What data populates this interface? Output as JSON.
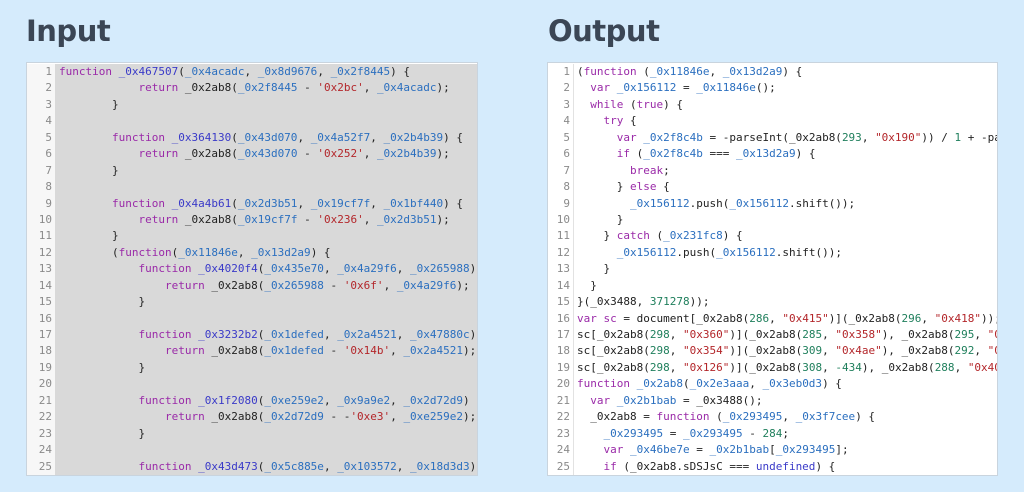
{
  "input": {
    "title": "Input",
    "lines": [
      [
        [
          "k",
          "function"
        ],
        [
          "t",
          " "
        ],
        [
          "f",
          "_0x467507"
        ],
        [
          "t",
          "("
        ],
        [
          "p",
          "_0x4acadc"
        ],
        [
          "t",
          ", "
        ],
        [
          "p",
          "_0x8d9676"
        ],
        [
          "t",
          ", "
        ],
        [
          "p",
          "_0x2f8445"
        ],
        [
          "t",
          ") {"
        ]
      ],
      [
        [
          "t",
          "            "
        ],
        [
          "k",
          "return"
        ],
        [
          "t",
          " _0x2ab8("
        ],
        [
          "p",
          "_0x2f8445"
        ],
        [
          "t",
          " - "
        ],
        [
          "s",
          "'0x2bc'"
        ],
        [
          "t",
          ", "
        ],
        [
          "p",
          "_0x4acadc"
        ],
        [
          "t",
          ");"
        ]
      ],
      [
        [
          "t",
          "        }"
        ]
      ],
      [],
      [
        [
          "t",
          "        "
        ],
        [
          "k",
          "function"
        ],
        [
          "t",
          " "
        ],
        [
          "f",
          "_0x364130"
        ],
        [
          "t",
          "("
        ],
        [
          "p",
          "_0x43d070"
        ],
        [
          "t",
          ", "
        ],
        [
          "p",
          "_0x4a52f7"
        ],
        [
          "t",
          ", "
        ],
        [
          "p",
          "_0x2b4b39"
        ],
        [
          "t",
          ") {"
        ]
      ],
      [
        [
          "t",
          "            "
        ],
        [
          "k",
          "return"
        ],
        [
          "t",
          " _0x2ab8("
        ],
        [
          "p",
          "_0x43d070"
        ],
        [
          "t",
          " - "
        ],
        [
          "s",
          "'0x252'"
        ],
        [
          "t",
          ", "
        ],
        [
          "p",
          "_0x2b4b39"
        ],
        [
          "t",
          ");"
        ]
      ],
      [
        [
          "t",
          "        }"
        ]
      ],
      [],
      [
        [
          "t",
          "        "
        ],
        [
          "k",
          "function"
        ],
        [
          "t",
          " "
        ],
        [
          "f",
          "_0x4a4b61"
        ],
        [
          "t",
          "("
        ],
        [
          "p",
          "_0x2d3b51"
        ],
        [
          "t",
          ", "
        ],
        [
          "p",
          "_0x19cf7f"
        ],
        [
          "t",
          ", "
        ],
        [
          "p",
          "_0x1bf440"
        ],
        [
          "t",
          ") {"
        ]
      ],
      [
        [
          "t",
          "            "
        ],
        [
          "k",
          "return"
        ],
        [
          "t",
          " _0x2ab8("
        ],
        [
          "p",
          "_0x19cf7f"
        ],
        [
          "t",
          " - "
        ],
        [
          "s",
          "'0x236'"
        ],
        [
          "t",
          ", "
        ],
        [
          "p",
          "_0x2d3b51"
        ],
        [
          "t",
          ");"
        ]
      ],
      [
        [
          "t",
          "        }"
        ]
      ],
      [
        [
          "t",
          "        ("
        ],
        [
          "k",
          "function"
        ],
        [
          "t",
          "("
        ],
        [
          "p",
          "_0x11846e"
        ],
        [
          "t",
          ", "
        ],
        [
          "p",
          "_0x13d2a9"
        ],
        [
          "t",
          ") {"
        ]
      ],
      [
        [
          "t",
          "            "
        ],
        [
          "k",
          "function"
        ],
        [
          "t",
          " "
        ],
        [
          "f",
          "_0x4020f4"
        ],
        [
          "t",
          "("
        ],
        [
          "p",
          "_0x435e70"
        ],
        [
          "t",
          ", "
        ],
        [
          "p",
          "_0x4a29f6"
        ],
        [
          "t",
          ", "
        ],
        [
          "p",
          "_0x265988"
        ],
        [
          "t",
          ") {"
        ]
      ],
      [
        [
          "t",
          "                "
        ],
        [
          "k",
          "return"
        ],
        [
          "t",
          " _0x2ab8("
        ],
        [
          "p",
          "_0x265988"
        ],
        [
          "t",
          " - "
        ],
        [
          "s",
          "'0x6f'"
        ],
        [
          "t",
          ", "
        ],
        [
          "p",
          "_0x4a29f6"
        ],
        [
          "t",
          ");"
        ]
      ],
      [
        [
          "t",
          "            }"
        ]
      ],
      [],
      [
        [
          "t",
          "            "
        ],
        [
          "k",
          "function"
        ],
        [
          "t",
          " "
        ],
        [
          "f",
          "_0x3232b2"
        ],
        [
          "t",
          "("
        ],
        [
          "p",
          "_0x1defed"
        ],
        [
          "t",
          ", "
        ],
        [
          "p",
          "_0x2a4521"
        ],
        [
          "t",
          ", "
        ],
        [
          "p",
          "_0x47880c"
        ],
        [
          "t",
          ") {"
        ]
      ],
      [
        [
          "t",
          "                "
        ],
        [
          "k",
          "return"
        ],
        [
          "t",
          " _0x2ab8("
        ],
        [
          "p",
          "_0x1defed"
        ],
        [
          "t",
          " - "
        ],
        [
          "s",
          "'0x14b'"
        ],
        [
          "t",
          ", "
        ],
        [
          "p",
          "_0x2a4521"
        ],
        [
          "t",
          ");"
        ]
      ],
      [
        [
          "t",
          "            }"
        ]
      ],
      [],
      [
        [
          "t",
          "            "
        ],
        [
          "k",
          "function"
        ],
        [
          "t",
          " "
        ],
        [
          "f",
          "_0x1f2080"
        ],
        [
          "t",
          "("
        ],
        [
          "p",
          "_0xe259e2"
        ],
        [
          "t",
          ", "
        ],
        [
          "p",
          "_0x9a9e2"
        ],
        [
          "t",
          ", "
        ],
        [
          "p",
          "_0x2d72d9"
        ],
        [
          "t",
          ") {"
        ]
      ],
      [
        [
          "t",
          "                "
        ],
        [
          "k",
          "return"
        ],
        [
          "t",
          " _0x2ab8("
        ],
        [
          "p",
          "_0x2d72d9"
        ],
        [
          "t",
          " - -"
        ],
        [
          "s",
          "'0xe3'"
        ],
        [
          "t",
          ", "
        ],
        [
          "p",
          "_0xe259e2"
        ],
        [
          "t",
          ");"
        ]
      ],
      [
        [
          "t",
          "            }"
        ]
      ],
      [],
      [
        [
          "t",
          "            "
        ],
        [
          "k",
          "function"
        ],
        [
          "t",
          " "
        ],
        [
          "f",
          "_0x43d473"
        ],
        [
          "t",
          "("
        ],
        [
          "p",
          "_0x5c885e"
        ],
        [
          "t",
          ", "
        ],
        [
          "p",
          "_0x103572"
        ],
        [
          "t",
          ", "
        ],
        [
          "p",
          "_0x18d3d3"
        ],
        [
          "t",
          ") {"
        ]
      ]
    ]
  },
  "output": {
    "title": "Output",
    "lines": [
      [
        [
          "t",
          "("
        ],
        [
          "k",
          "function"
        ],
        [
          "t",
          " ("
        ],
        [
          "p",
          "_0x11846e"
        ],
        [
          "t",
          ", "
        ],
        [
          "p",
          "_0x13d2a9"
        ],
        [
          "t",
          ") {"
        ]
      ],
      [
        [
          "t",
          "  "
        ],
        [
          "k",
          "var"
        ],
        [
          "t",
          " "
        ],
        [
          "p",
          "_0x156112"
        ],
        [
          "t",
          " = "
        ],
        [
          "p",
          "_0x11846e"
        ],
        [
          "t",
          "();"
        ]
      ],
      [
        [
          "t",
          "  "
        ],
        [
          "k",
          "while"
        ],
        [
          "t",
          " ("
        ],
        [
          "k",
          "true"
        ],
        [
          "t",
          ") {"
        ]
      ],
      [
        [
          "t",
          "    "
        ],
        [
          "k",
          "try"
        ],
        [
          "t",
          " {"
        ]
      ],
      [
        [
          "t",
          "      "
        ],
        [
          "k",
          "var"
        ],
        [
          "t",
          " "
        ],
        [
          "p",
          "_0x2f8c4b"
        ],
        [
          "t",
          " = -parseInt(_0x2ab8("
        ],
        [
          "n",
          "293"
        ],
        [
          "t",
          ", "
        ],
        [
          "s",
          "\"0x190\""
        ],
        [
          "t",
          ")) / "
        ],
        [
          "n",
          "1"
        ],
        [
          "t",
          " + -pa"
        ]
      ],
      [
        [
          "t",
          "      "
        ],
        [
          "k",
          "if"
        ],
        [
          "t",
          " ("
        ],
        [
          "p",
          "_0x2f8c4b"
        ],
        [
          "t",
          " === "
        ],
        [
          "p",
          "_0x13d2a9"
        ],
        [
          "t",
          ") {"
        ]
      ],
      [
        [
          "t",
          "        "
        ],
        [
          "k",
          "break"
        ],
        [
          "t",
          ";"
        ]
      ],
      [
        [
          "t",
          "      } "
        ],
        [
          "k",
          "else"
        ],
        [
          "t",
          " {"
        ]
      ],
      [
        [
          "t",
          "        "
        ],
        [
          "p",
          "_0x156112"
        ],
        [
          "t",
          ".push("
        ],
        [
          "p",
          "_0x156112"
        ],
        [
          "t",
          ".shift());"
        ]
      ],
      [
        [
          "t",
          "      }"
        ]
      ],
      [
        [
          "t",
          "    } "
        ],
        [
          "k",
          "catch"
        ],
        [
          "t",
          " ("
        ],
        [
          "p",
          "_0x231fc8"
        ],
        [
          "t",
          ") {"
        ]
      ],
      [
        [
          "t",
          "      "
        ],
        [
          "p",
          "_0x156112"
        ],
        [
          "t",
          ".push("
        ],
        [
          "p",
          "_0x156112"
        ],
        [
          "t",
          ".shift());"
        ]
      ],
      [
        [
          "t",
          "    }"
        ]
      ],
      [
        [
          "t",
          "  }"
        ]
      ],
      [
        [
          "t",
          "}(_0x3488, "
        ],
        [
          "n",
          "371278"
        ],
        [
          "t",
          "));"
        ]
      ],
      [
        [
          "k",
          "var"
        ],
        [
          "t",
          " "
        ],
        [
          "k",
          "sc"
        ],
        [
          "t",
          " = document[_0x2ab8("
        ],
        [
          "n",
          "286"
        ],
        [
          "t",
          ", "
        ],
        [
          "s",
          "\"0x415\""
        ],
        [
          "t",
          ")](_0x2ab8("
        ],
        [
          "n",
          "296"
        ],
        [
          "t",
          ", "
        ],
        [
          "s",
          "\"0x418\""
        ],
        [
          "t",
          "));"
        ]
      ],
      [
        [
          "t",
          "sc[_0x2ab8("
        ],
        [
          "n",
          "298"
        ],
        [
          "t",
          ", "
        ],
        [
          "s",
          "\"0x360\""
        ],
        [
          "t",
          ")](_0x2ab8("
        ],
        [
          "n",
          "285"
        ],
        [
          "t",
          ", "
        ],
        [
          "s",
          "\"0x358\""
        ],
        [
          "t",
          "), _0x2ab8("
        ],
        [
          "n",
          "295"
        ],
        [
          "t",
          ", "
        ],
        [
          "s",
          "\"0"
        ]
      ],
      [
        [
          "t",
          "sc[_0x2ab8("
        ],
        [
          "n",
          "298"
        ],
        [
          "t",
          ", "
        ],
        [
          "s",
          "\"0x354\""
        ],
        [
          "t",
          ")](_0x2ab8("
        ],
        [
          "n",
          "309"
        ],
        [
          "t",
          ", "
        ],
        [
          "s",
          "\"0x4ae\""
        ],
        [
          "t",
          "), _0x2ab8("
        ],
        [
          "n",
          "292"
        ],
        [
          "t",
          ", "
        ],
        [
          "s",
          "\"0"
        ]
      ],
      [
        [
          "t",
          "sc[_0x2ab8("
        ],
        [
          "n",
          "298"
        ],
        [
          "t",
          ", "
        ],
        [
          "s",
          "\"0x126\""
        ],
        [
          "t",
          ")](_0x2ab8("
        ],
        [
          "n",
          "308"
        ],
        [
          "t",
          ", "
        ],
        [
          "n",
          "-434"
        ],
        [
          "t",
          "), _0x2ab8("
        ],
        [
          "n",
          "288"
        ],
        [
          "t",
          ", "
        ],
        [
          "s",
          "\"0x40"
        ]
      ],
      [
        [
          "k",
          "function"
        ],
        [
          "t",
          " "
        ],
        [
          "p",
          "_0x2ab8"
        ],
        [
          "t",
          "("
        ],
        [
          "p",
          "_0x2e3aaa"
        ],
        [
          "t",
          ", "
        ],
        [
          "p",
          "_0x3eb0d3"
        ],
        [
          "t",
          ") {"
        ]
      ],
      [
        [
          "t",
          "  "
        ],
        [
          "k",
          "var"
        ],
        [
          "t",
          " "
        ],
        [
          "p",
          "_0x2b1bab"
        ],
        [
          "t",
          " = _0x3488();"
        ]
      ],
      [
        [
          "t",
          "  _0x2ab8 = "
        ],
        [
          "k",
          "function"
        ],
        [
          "t",
          " ("
        ],
        [
          "p",
          "_0x293495"
        ],
        [
          "t",
          ", "
        ],
        [
          "p",
          "_0x3f7cee"
        ],
        [
          "t",
          ") {"
        ]
      ],
      [
        [
          "t",
          "    "
        ],
        [
          "p",
          "_0x293495"
        ],
        [
          "t",
          " = "
        ],
        [
          "p",
          "_0x293495"
        ],
        [
          "t",
          " - "
        ],
        [
          "n",
          "284"
        ],
        [
          "t",
          ";"
        ]
      ],
      [
        [
          "t",
          "    "
        ],
        [
          "k",
          "var"
        ],
        [
          "t",
          " "
        ],
        [
          "p",
          "_0x46be7e"
        ],
        [
          "t",
          " = "
        ],
        [
          "p",
          "_0x2b1bab"
        ],
        [
          "t",
          "["
        ],
        [
          "p",
          "_0x293495"
        ],
        [
          "t",
          "];"
        ]
      ],
      [
        [
          "t",
          "    "
        ],
        [
          "k",
          "if"
        ],
        [
          "t",
          " (_0x2ab8.sDSJsC === "
        ],
        [
          "f",
          "undefined"
        ],
        [
          "t",
          ") {"
        ]
      ]
    ]
  }
}
